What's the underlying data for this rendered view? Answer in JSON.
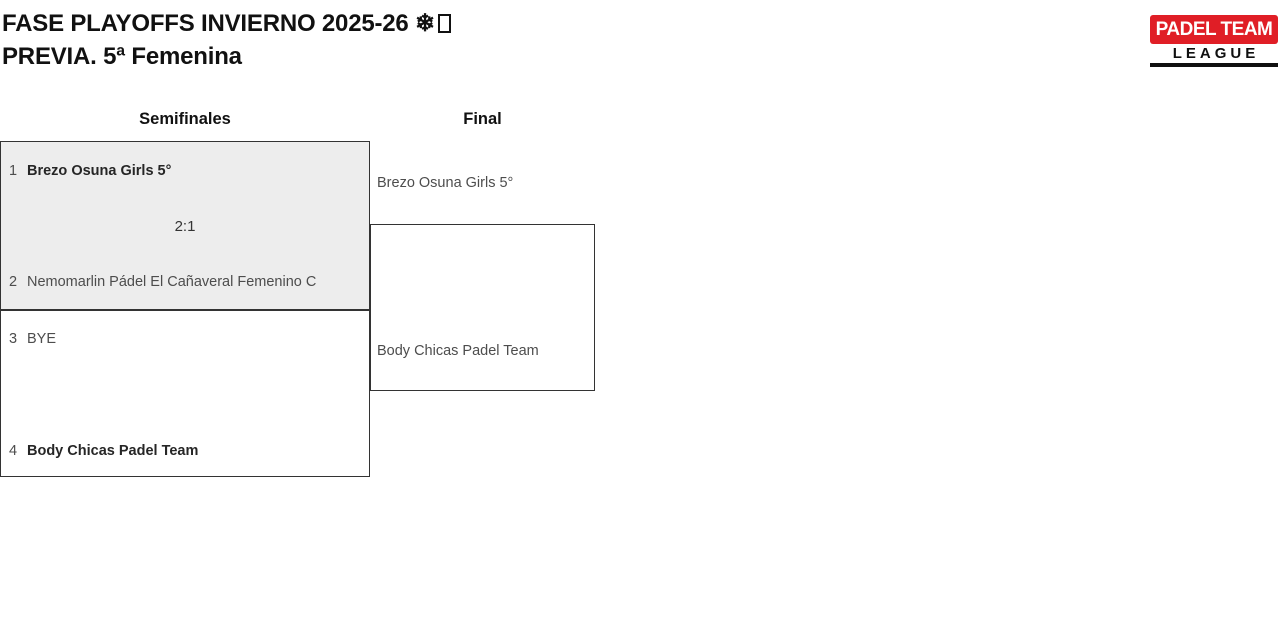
{
  "page": {
    "title_line1": "FASE PLAYOFFS INVIERNO 2025-26 ❄",
    "title_line2": "PREVIA. 5ª Femenina"
  },
  "logo": {
    "top_label": "PADEL TEAM",
    "bottom_label": "LEAGUE"
  },
  "bracket": {
    "round_headers": {
      "semifinals": "Semifinales",
      "final": "Final"
    },
    "semifinals": [
      {
        "score": "2:1",
        "highlighted": true,
        "teams": [
          {
            "seed": "1",
            "name": "Brezo Osuna Girls 5°",
            "winner": true
          },
          {
            "seed": "2",
            "name": "Nemomarlin Pádel El Cañaveral Femenino C",
            "winner": false
          }
        ]
      },
      {
        "score": "",
        "highlighted": false,
        "teams": [
          {
            "seed": "3",
            "name": "BYE",
            "winner": false
          },
          {
            "seed": "4",
            "name": "Body Chicas Padel Team",
            "winner": true
          }
        ]
      }
    ],
    "final": {
      "teams": [
        {
          "name": "Brezo Osuna Girls 5°"
        },
        {
          "name": "Body Chicas Padel Team"
        }
      ]
    }
  },
  "icons": {
    "missing_glyph": "tofu-box-after-snowflake"
  },
  "colors": {
    "logo_red": "#e01e26",
    "logo_black": "#101010",
    "highlight_fill": "#ededed",
    "box_border": "#333333",
    "winner_text": "#262626",
    "muted_text": "#4d4d4d"
  }
}
